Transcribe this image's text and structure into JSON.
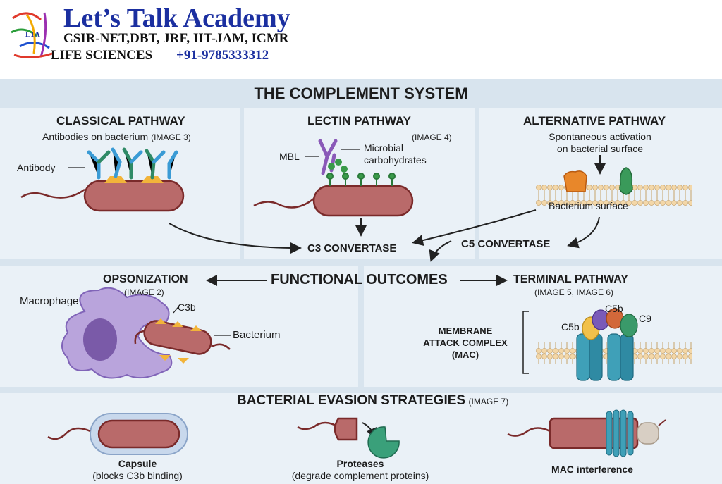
{
  "header": {
    "brand_title": "Let’s Talk Academy",
    "exams": "CSIR-NET,DBT, JRF, IIT-JAM, ICMR",
    "subject": "LIFE SCIENCES",
    "phone": "+91-9785333312",
    "logo_text": "LTA"
  },
  "diagram": {
    "title": "THE COMPLEMENT SYSTEM",
    "classical": {
      "title": "CLASSICAL PATHWAY",
      "subtitle": "Antibodies on bacterium",
      "ref": "(IMAGE 3)",
      "antibody_label": "Antibody"
    },
    "lectin": {
      "title": "LECTIN PATHWAY",
      "ref": "(IMAGE 4)",
      "mbl_label": "MBL",
      "carb_label_1": "Microbial",
      "carb_label_2": "carbohydrates"
    },
    "alternative": {
      "title": "ALTERNATIVE PATHWAY",
      "subtitle_1": "Spontaneous activation",
      "subtitle_2": "on bacterial surface",
      "surface_label": "Bacterium surface"
    },
    "c3_convertase": "C3 CONVERTASE",
    "c5_convertase": "C5 CONVERTASE",
    "functional_outcomes": "FUNCTIONAL OUTCOMES",
    "opsonization": {
      "title": "OPSONIZATION",
      "ref": "(IMAGE 2)",
      "macrophage_label": "Macrophage",
      "c3b_label": "C3b",
      "bacterium_label": "Bacterium"
    },
    "terminal": {
      "title": "TERMINAL PATHWAY",
      "ref": "(IMAGE 5, IMAGE 6)",
      "mac_label_1": "MEMBRANE",
      "mac_label_2": "ATTACK COMPLEX",
      "mac_label_3": "(MAC)",
      "c5b_top": "C5b",
      "c5b_left": "C5b",
      "c9": "C9"
    },
    "evasion": {
      "title": "BACTERIAL EVASION STRATEGIES",
      "ref": "(IMAGE 7)",
      "capsule_title": "Capsule",
      "capsule_desc": "(blocks C3b binding)",
      "proteases_title": "Proteases",
      "proteases_desc": "(degrade complement proteins)",
      "mac_interference": "MAC interference"
    }
  }
}
